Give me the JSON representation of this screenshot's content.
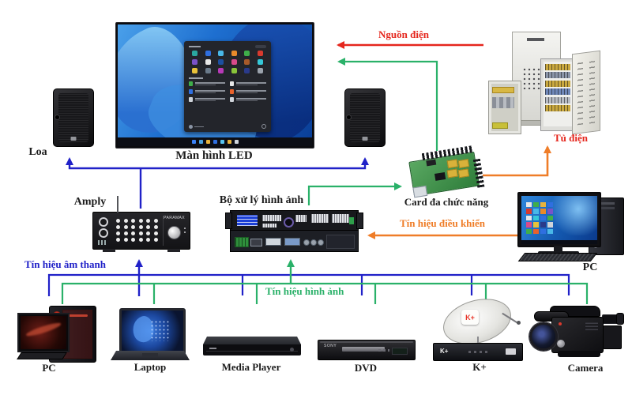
{
  "devices": {
    "led_screen": {
      "label": "Màn hình LED"
    },
    "speaker": {
      "label": "Loa"
    },
    "cabinet": {
      "label": "Tủ điện"
    },
    "card": {
      "label": "Card đa chức năng"
    },
    "amplifier": {
      "label": "Amply",
      "brand": "PARAMAX"
    },
    "processor": {
      "label": "Bộ xử lý hình ảnh"
    },
    "control_pc": {
      "label": "PC"
    },
    "sources": [
      {
        "label": "PC"
      },
      {
        "label": "Laptop"
      },
      {
        "label": "Media Player"
      },
      {
        "label": "DVD",
        "brand": "SONY"
      },
      {
        "label": "K+",
        "logo": "K+"
      },
      {
        "label": "Camera"
      }
    ]
  },
  "signals": {
    "power": {
      "label": "Nguồn điện",
      "color": "#e5261d"
    },
    "control": {
      "label": "Tín hiệu điều khiển",
      "color": "#ef7d28"
    },
    "audio": {
      "label": "Tín hiệu âm thanh",
      "color": "#2021c8"
    },
    "video": {
      "label": "Tín hiệu hình ảnh",
      "color": "#2ab169"
    }
  }
}
